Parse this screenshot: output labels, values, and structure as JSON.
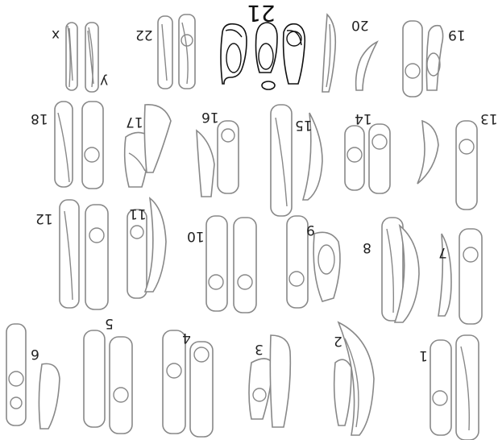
{
  "figure": {
    "orientation": "rotated-180",
    "highlighted_chromosome": "21",
    "colors": {
      "chromosome_outline": "#888888",
      "highlight_outline": "#111111",
      "label": "#222222"
    }
  },
  "chromosomes": [
    {
      "id": "chr-x",
      "label": "x",
      "count": 1
    },
    {
      "id": "chr-y",
      "label": "y",
      "count": 1
    },
    {
      "id": "chr-22",
      "label": "22",
      "count": 2
    },
    {
      "id": "chr-21",
      "label": "21",
      "count": 3
    },
    {
      "id": "chr-20",
      "label": "20",
      "count": 2
    },
    {
      "id": "chr-19",
      "label": "19",
      "count": 2
    },
    {
      "id": "chr-18",
      "label": "18",
      "count": 2
    },
    {
      "id": "chr-17",
      "label": "17",
      "count": 2
    },
    {
      "id": "chr-16",
      "label": "16",
      "count": 2
    },
    {
      "id": "chr-15",
      "label": "15",
      "count": 2
    },
    {
      "id": "chr-14",
      "label": "14",
      "count": 2
    },
    {
      "id": "chr-13",
      "label": "13",
      "count": 2
    },
    {
      "id": "chr-12",
      "label": "12",
      "count": 2
    },
    {
      "id": "chr-11",
      "label": "11",
      "count": 2
    },
    {
      "id": "chr-10",
      "label": "10",
      "count": 2
    },
    {
      "id": "chr-9",
      "label": "9",
      "count": 2
    },
    {
      "id": "chr-8",
      "label": "8",
      "count": 2
    },
    {
      "id": "chr-7",
      "label": "7",
      "count": 2
    },
    {
      "id": "chr-6",
      "label": "6",
      "count": 2
    },
    {
      "id": "chr-5",
      "label": "5",
      "count": 2
    },
    {
      "id": "chr-4",
      "label": "4",
      "count": 2
    },
    {
      "id": "chr-3",
      "label": "3",
      "count": 2
    },
    {
      "id": "chr-2",
      "label": "2",
      "count": 2
    },
    {
      "id": "chr-1",
      "label": "1",
      "count": 2
    }
  ]
}
